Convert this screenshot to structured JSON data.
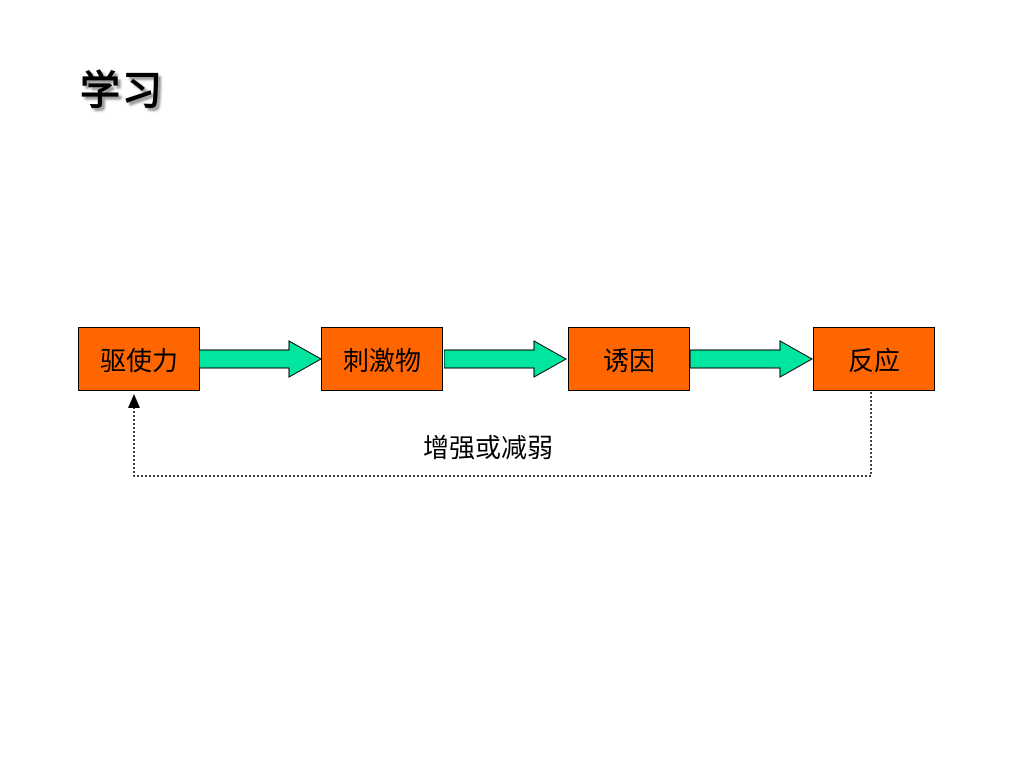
{
  "title": "学习",
  "nodes": [
    "驱使力",
    "刺激物",
    "诱因",
    "反应"
  ],
  "feedback_label": "增强或减弱",
  "colors": {
    "box_fill": "#ff6600",
    "arrow_fill": "#00e6a0",
    "outline": "#000000"
  }
}
